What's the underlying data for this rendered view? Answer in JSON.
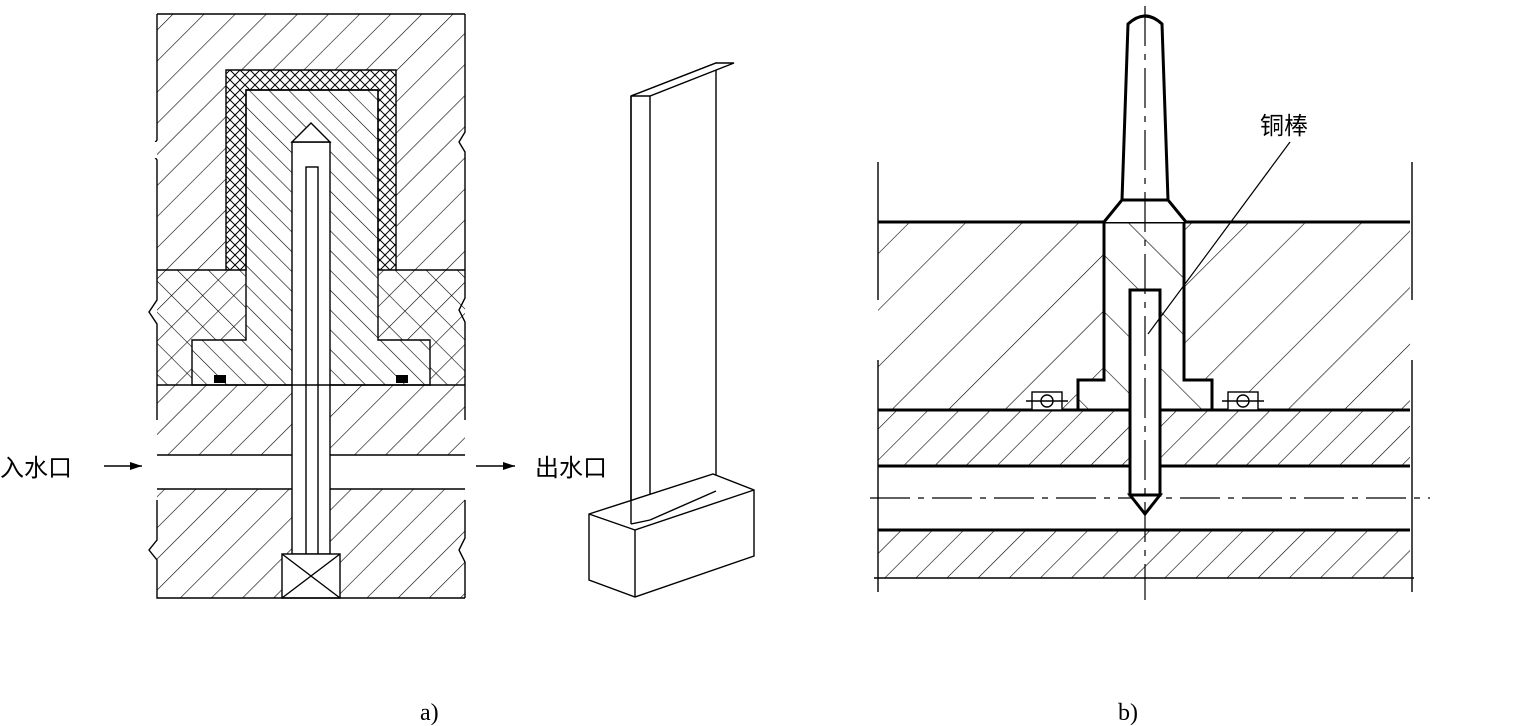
{
  "figure_a": {
    "inlet_label": "入水口",
    "outlet_label": "出水口",
    "caption": "a)"
  },
  "figure_b": {
    "rod_label": "铜棒",
    "caption": "b)"
  },
  "colors": {
    "line": "#000000",
    "background": "#ffffff"
  }
}
